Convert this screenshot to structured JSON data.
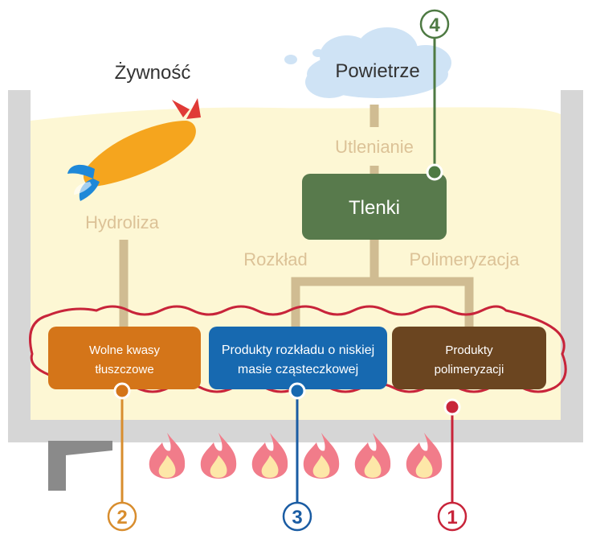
{
  "labels": {
    "food": "Żywność",
    "air": "Powietrze",
    "oxidation": "Utlenianie",
    "hydrolysis": "Hydroliza",
    "decomposition": "Rozkład",
    "polymerization": "Polimeryzacja"
  },
  "boxes": {
    "oxides": "Tlenki",
    "free_fatty_acids": [
      "Wolne kwasy",
      "tłuszczowe"
    ],
    "low_mw_products": [
      "Produkty rozkładu o niskiej",
      "masie cząsteczkowej"
    ],
    "polymer_products": [
      "Produkty",
      "polimeryzacji"
    ]
  },
  "markers": [
    "1",
    "2",
    "3",
    "4"
  ],
  "colors": {
    "oil": "#fdf7d4",
    "pot": "#d6d6d6",
    "connector": "#d0bc92",
    "oxides": "#587a4c",
    "free_fatty_acids": "#d47519",
    "low_mw_products": "#1769b0",
    "polymer_products": "#6b4520",
    "marker_1": "#c8243a",
    "marker_2": "#d88d2e",
    "marker_3": "#1a5ca3",
    "marker_4": "#4e7a43",
    "flame": "#f17c8a"
  }
}
